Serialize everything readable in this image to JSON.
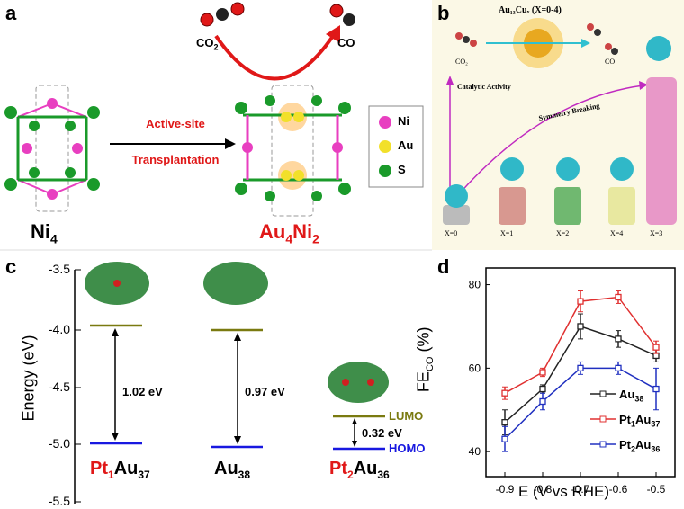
{
  "panel_a": {
    "letter": "a",
    "reactant": "CO",
    "reactant_sub": "2",
    "product": "CO",
    "arrow_line1": "Active-site",
    "arrow_line2": "Transplantation",
    "legend": [
      {
        "label": "Ni",
        "color": "#e83fc0"
      },
      {
        "label": "Au",
        "color": "#f2e02a"
      },
      {
        "label": "S",
        "color": "#1a9a2a"
      }
    ],
    "left_name": "Ni",
    "left_sub": "4",
    "right_name_1": "Au",
    "right_sub_1": "4",
    "right_name_2": "Ni",
    "right_sub_2": "2"
  },
  "panel_b": {
    "letter": "b",
    "title": "Au₁₃Cuₓ (X=0-4)",
    "co2": "CO₂",
    "co": "CO",
    "catalytic": "Catalytic Activity",
    "symmetry": "Symmetry Breaking",
    "x_labels": [
      "X=0",
      "X=1",
      "X=2",
      "X=4",
      "X=3"
    ]
  },
  "panel_c": {
    "letter": "c",
    "ylabel": "Energy (eV)",
    "ticks": [
      "-3.5",
      "-4.0",
      "-4.5",
      "-5.0",
      "-5.5"
    ],
    "gaps": [
      "1.02 eV",
      "0.97 eV",
      "0.32 eV"
    ],
    "lumo": "LUMO",
    "homo": "HOMO",
    "names": [
      {
        "p1": "Pt",
        "s1": "1",
        "p2": "Au",
        "s2": "37"
      },
      {
        "p1": "Au",
        "s1": "38"
      },
      {
        "p1": "Pt",
        "s1": "2",
        "p2": "Au",
        "s2": "36"
      }
    ]
  },
  "chart_data": {
    "type": "line",
    "letter": "d",
    "xlabel": "E (V vs RHE)",
    "ylabel": "FE",
    "ylabel_sub": "CO",
    "ylabel_unit": "(%)",
    "xlim": [
      -0.95,
      -0.45
    ],
    "ylim": [
      34,
      84
    ],
    "x": [
      -0.9,
      -0.8,
      -0.7,
      -0.6,
      -0.5
    ],
    "x_ticks": [
      "-0.9",
      "-0.8",
      "-0.7",
      "-0.6",
      "-0.5"
    ],
    "y_ticks": [
      "40",
      "60",
      "80"
    ],
    "series": [
      {
        "name": "Au38",
        "label_main": "Au",
        "label_sub": "38",
        "color": "#222222",
        "values": [
          47,
          55,
          70,
          67,
          63
        ],
        "err": [
          3,
          1,
          3,
          2,
          1.5
        ]
      },
      {
        "name": "Pt1Au37",
        "label_main": "Pt",
        "label_sub1": "1",
        "label_mid": "Au",
        "label_sub2": "37",
        "color": "#e03030",
        "values": [
          54,
          59,
          76,
          77,
          65
        ],
        "err": [
          1.5,
          1,
          2.5,
          1.5,
          1.5
        ]
      },
      {
        "name": "Pt2Au36",
        "label_main": "Pt",
        "label_sub1": "2",
        "label_mid": "Au",
        "label_sub2": "36",
        "color": "#2030c0",
        "values": [
          43,
          52,
          60,
          60,
          55
        ],
        "err": [
          3,
          2,
          1.5,
          1.5,
          5
        ]
      }
    ]
  }
}
